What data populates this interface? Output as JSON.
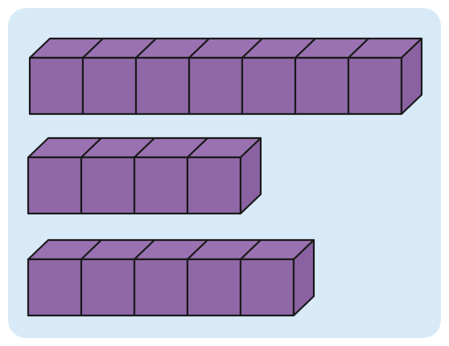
{
  "colors": {
    "panel_background": "#d8eaf7",
    "cube_face": "#9068a8",
    "cube_top": "#9a72b2",
    "cube_side": "#8a62a2",
    "outline": "#1a1a1a"
  },
  "rows": [
    {
      "cube_count": 7
    },
    {
      "cube_count": 4
    },
    {
      "cube_count": 5
    }
  ]
}
